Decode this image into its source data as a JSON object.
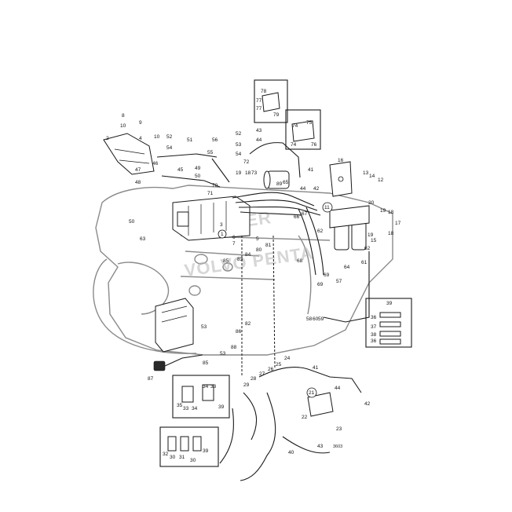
{
  "diagram": {
    "drawing_code": "3603",
    "watermark_lines": [
      "BOOSTER",
      "VOLVO PENTA"
    ],
    "circled_labels": [
      "1",
      "11",
      "21"
    ],
    "part_labels": {
      "p2": "2",
      "p3": "3",
      "p4": "4",
      "p5": "5",
      "p6": "6",
      "p7": "7",
      "p8": "8",
      "p9": "9",
      "p10a": "10",
      "p10b": "10",
      "p12": "12",
      "p13": "13",
      "p14": "14",
      "p15": "15",
      "p16": "16",
      "p17": "17",
      "p18a": "18",
      "p18b": "18",
      "p18c": "18",
      "p19a": "19",
      "p19b": "19",
      "p19c": "19",
      "p20": "20",
      "p22": "22",
      "p23": "23",
      "p24": "24",
      "p25": "25",
      "p26": "26",
      "p27": "27",
      "p28": "28",
      "p29": "29",
      "p30a": "30",
      "p30b": "30",
      "p31": "31",
      "p32": "32",
      "p33a": "33",
      "p33b": "33",
      "p34a": "34",
      "p34b": "34",
      "p35": "35",
      "p36a": "36",
      "p36b": "36",
      "p37": "37",
      "p38": "38",
      "p39a": "39",
      "p39b": "39",
      "p39c": "39",
      "p40": "40",
      "p41a": "41",
      "p41b": "41",
      "p42a": "42",
      "p42b": "42",
      "p43a": "43",
      "p43b": "43",
      "p44a": "44",
      "p44b": "44",
      "p44c": "44",
      "p45": "45",
      "p46": "46",
      "p47": "47",
      "p48": "48",
      "p49": "49",
      "p50a": "50",
      "p50b": "50",
      "p51": "51",
      "p52a": "52",
      "p52b": "52",
      "p53a": "53",
      "p53b": "53",
      "p53c": "53",
      "p54a": "54",
      "p54b": "54",
      "p55": "55",
      "p56": "56",
      "p57": "57",
      "p58": "58",
      "p59": "59",
      "p60": "60",
      "p61": "61",
      "p62a": "62",
      "p62b": "62",
      "p63": "63",
      "p64": "64",
      "p65": "65",
      "p66": "66",
      "p67": "67",
      "p68": "68",
      "p69a": "69",
      "p69b": "69",
      "p70": "70",
      "p71": "71",
      "p72": "72",
      "p73": "73",
      "p74a": "74",
      "p74b": "74",
      "p75": "75",
      "p76": "76",
      "p77a": "77",
      "p77b": "77",
      "p78": "78",
      "p79": "79",
      "p80": "80",
      "p81": "81",
      "p82": "82",
      "p83": "83",
      "p84": "84",
      "p85a": "85",
      "p85b": "85",
      "p86": "86",
      "p87": "87",
      "p88": "88",
      "p89": "89"
    }
  }
}
